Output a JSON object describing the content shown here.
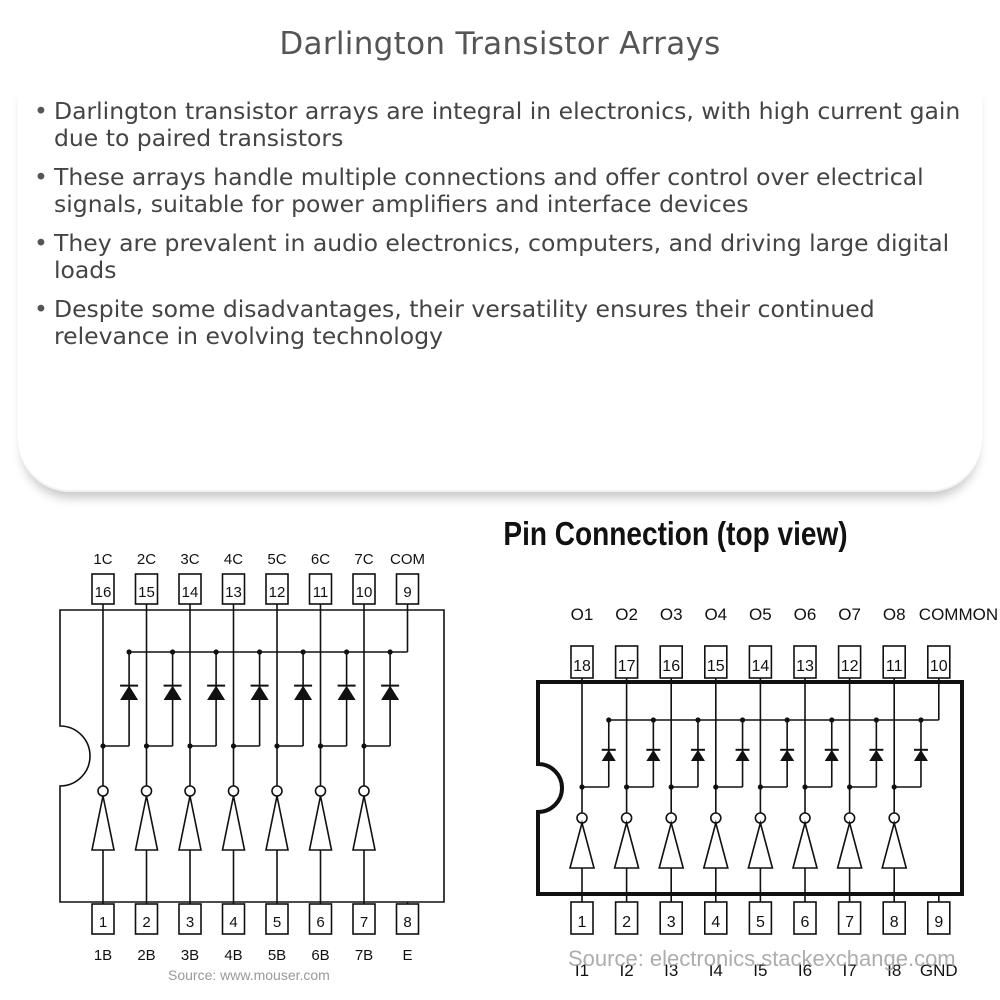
{
  "title": "Darlington Transistor Arrays",
  "bullets": [
    "Darlington transistor arrays are integral in electronics, with high current gain due to paired transistors",
    "These arrays handle multiple connections and offer control over electrical signals, suitable for power amplifiers and interface devices",
    "They are prevalent in audio electronics, computers, and driving large digital loads",
    "Despite some disadvantages, their versatility ensures their continued relevance in evolving technology"
  ],
  "diagram_left": {
    "top_labels": [
      "1C",
      "2C",
      "3C",
      "4C",
      "5C",
      "6C",
      "7C",
      "COM"
    ],
    "top_pins": [
      "16",
      "15",
      "14",
      "13",
      "12",
      "11",
      "10",
      "9"
    ],
    "bottom_pins": [
      "1",
      "2",
      "3",
      "4",
      "5",
      "6",
      "7",
      "8"
    ],
    "bottom_labels": [
      "1B",
      "2B",
      "3B",
      "4B",
      "5B",
      "6B",
      "7B",
      "E"
    ],
    "source": "Source: www.mouser.com"
  },
  "diagram_right": {
    "heading": "Pin Connection (top view)",
    "top_labels": [
      "O1",
      "O2",
      "O3",
      "O4",
      "O5",
      "O6",
      "O7",
      "O8",
      "COMMON"
    ],
    "top_pins": [
      "18",
      "17",
      "16",
      "15",
      "14",
      "13",
      "12",
      "11",
      "10"
    ],
    "bottom_pins": [
      "1",
      "2",
      "3",
      "4",
      "5",
      "6",
      "7",
      "8",
      "9"
    ],
    "bottom_labels": [
      "I1",
      "I2",
      "I3",
      "I4",
      "I5",
      "I6",
      "I7",
      "I8",
      "GND"
    ],
    "source": "Source: electronics.stackexchange.com"
  }
}
